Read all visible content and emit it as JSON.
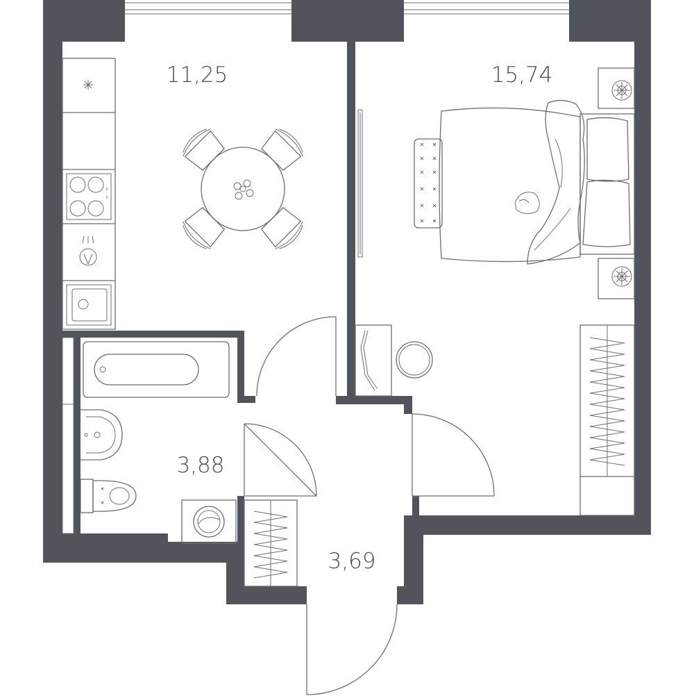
{
  "rooms": [
    {
      "id": "kitchen",
      "area": "11,25"
    },
    {
      "id": "bedroom",
      "area": "15,74"
    },
    {
      "id": "bathroom",
      "area": "3,88"
    },
    {
      "id": "hall",
      "area": "3,69"
    }
  ],
  "colors": {
    "wall": "#52545b",
    "line": "#6b6d73",
    "text": "#4a4c52",
    "window": "#ffffff"
  }
}
